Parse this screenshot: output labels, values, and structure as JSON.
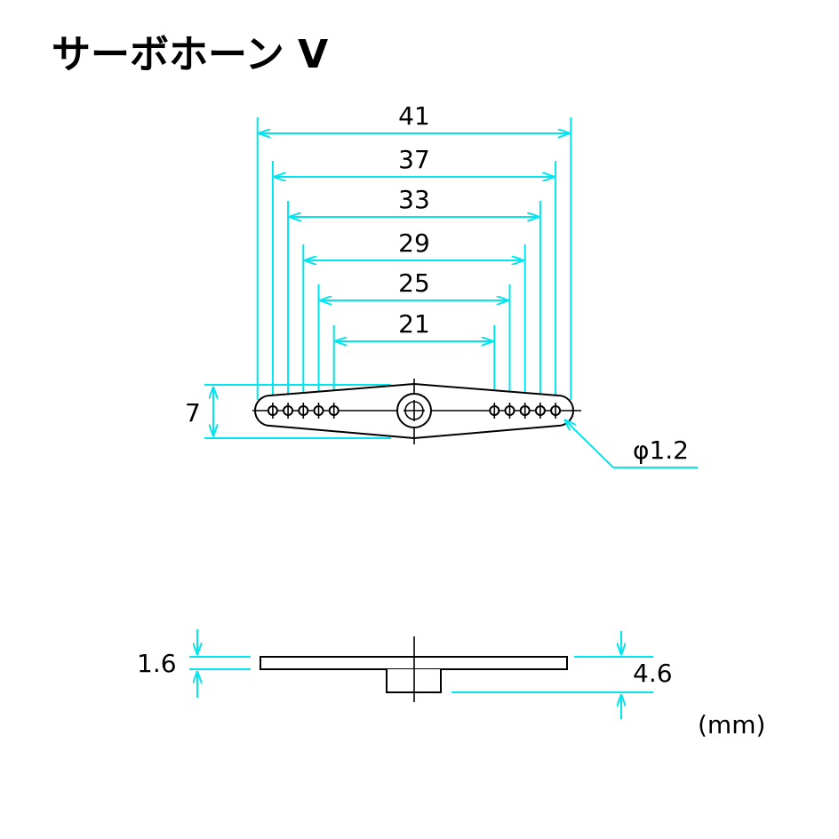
{
  "title": "サーボホーン V",
  "top_view": {
    "hole_spacings": [
      "41",
      "37",
      "33",
      "29",
      "25",
      "21"
    ],
    "height": "7",
    "hole_diameter": "φ1.2"
  },
  "side_view": {
    "plate_thickness": "1.6",
    "total_height": "4.6"
  },
  "unit": "(mm)",
  "colors": {
    "dimension": "#00e5ee",
    "outline": "#000000"
  }
}
